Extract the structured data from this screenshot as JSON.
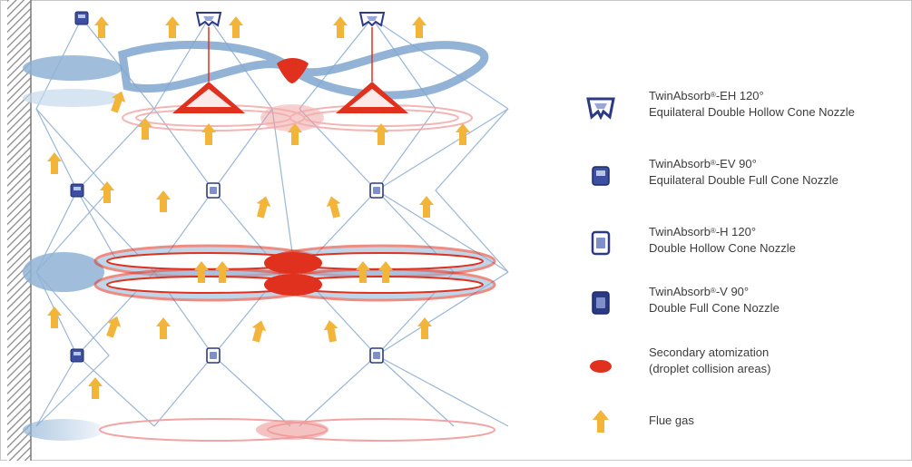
{
  "legend": [
    {
      "icon": "equilateral-double-hollow-cone-nozzle-icon",
      "brand": "TwinAbsorb",
      "mark": "®",
      "model": "-EH 120°",
      "line2": "Equilateral Double Hollow Cone Nozzle"
    },
    {
      "icon": "equilateral-double-full-cone-nozzle-icon",
      "brand": "TwinAbsorb",
      "mark": "®",
      "model": "-EV 90°",
      "line2": "Equilateral Double Full Cone Nozzle"
    },
    {
      "icon": "double-hollow-cone-nozzle-icon",
      "brand": "TwinAbsorb",
      "mark": "®",
      "model": "-H 120°",
      "line2": "Double Hollow Cone Nozzle"
    },
    {
      "icon": "double-full-cone-nozzle-icon",
      "brand": "TwinAbsorb",
      "mark": "®",
      "model": "-V 90°",
      "line2": "Double Full Cone Nozzle"
    },
    {
      "icon": "secondary-atomization-blob-icon",
      "line1": "Secondary atomization",
      "line2": "(droplet collision areas)"
    },
    {
      "icon": "flue-gas-arrow-icon",
      "line1": "Flue gas"
    }
  ],
  "colors": {
    "spray_blue": "#8fb3d6",
    "spray_line": "#6f98c4",
    "collision_red": "#e0301e",
    "flue_gas": "#f2b53a",
    "nozzle_navy": "#2c3a86",
    "wall_hatch": "#8a8a8a"
  }
}
